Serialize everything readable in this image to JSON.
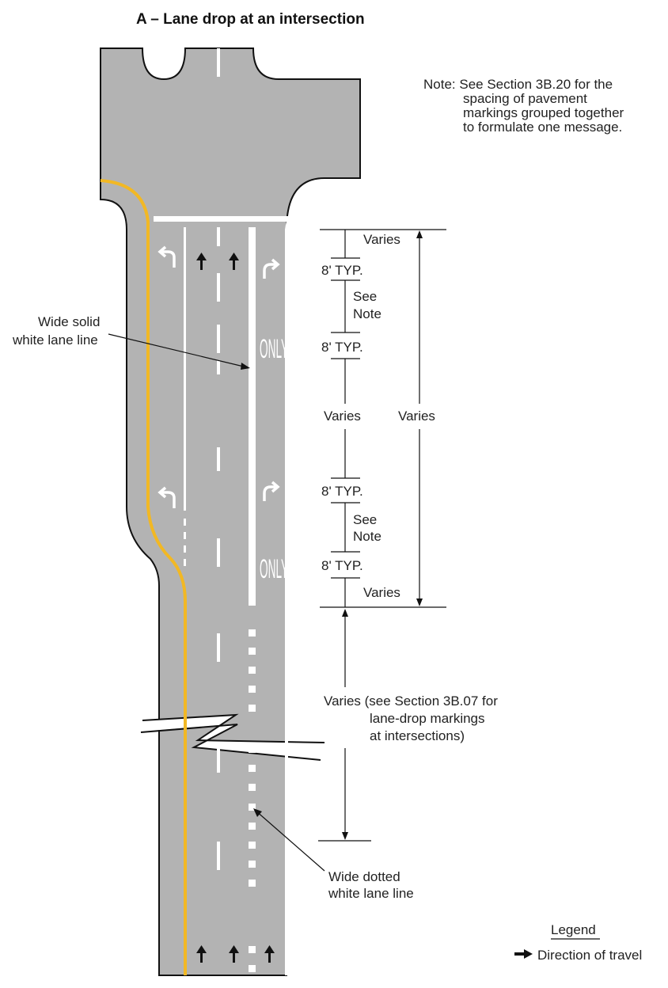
{
  "title": "A – Lane drop at an intersection",
  "note": {
    "line1": "Note:  See Section 3B.20 for the",
    "line2": "spacing of pavement",
    "line3": "markings grouped together",
    "line4": "to formulate one message."
  },
  "labels": {
    "wide_solid_1": "Wide solid",
    "wide_solid_2": "white lane line",
    "wide_dotted_1": "Wide dotted",
    "wide_dotted_2": "white lane line",
    "only": "ONLY"
  },
  "dimensions": {
    "varies": "Varies",
    "typ": "8' TYP.",
    "see": "See",
    "note": "Note",
    "varies_long_1": "Varies (see Section 3B.07 for",
    "varies_long_2": "lane-drop markings",
    "varies_long_3": "at intersections)"
  },
  "legend": {
    "title": "Legend",
    "direction": "Direction of travel"
  },
  "colors": {
    "pavement": "#b3b3b3",
    "yellow_line": "#f2b824",
    "white_line": "#ffffff",
    "outline": "#111111"
  }
}
